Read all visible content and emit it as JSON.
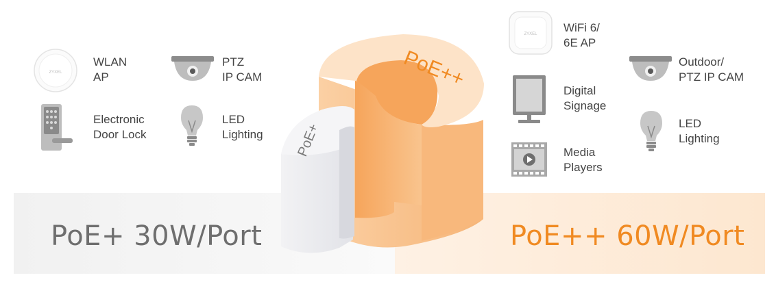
{
  "colors": {
    "accent": "#f08a22",
    "neutral": "#6e6e6e",
    "text": "#444444"
  },
  "panels": {
    "left_label": "PoE+ 30W/Port",
    "right_label": "PoE++ 60W/Port"
  },
  "cylinder": {
    "inner_label": "PoE+",
    "outer_label": "PoE++"
  },
  "left_devices": [
    {
      "icon": "wlan-ap-icon",
      "line1": "WLAN",
      "line2": "AP",
      "logo_text": "ZYXEL"
    },
    {
      "icon": "ptz-camera-icon",
      "line1": "PTZ",
      "line2": "IP CAM"
    },
    {
      "icon": "door-lock-icon",
      "line1": "Electronic",
      "line2": "Door Lock"
    },
    {
      "icon": "light-bulb-icon",
      "line1": "LED",
      "line2": "Lighting"
    }
  ],
  "right_devices": [
    {
      "icon": "wifi6-ap-icon",
      "line1": "WiFi 6/",
      "line2": "6E AP",
      "logo_text": "ZYXEL"
    },
    {
      "icon": "outdoor-camera-icon",
      "line1": "Outdoor/",
      "line2": "PTZ IP CAM"
    },
    {
      "icon": "digital-signage-icon",
      "line1": "Digital",
      "line2": "Signage"
    },
    {
      "icon": "light-bulb-icon",
      "line1": "LED",
      "line2": "Lighting"
    },
    {
      "icon": "media-player-icon",
      "line1": "Media",
      "line2": "Players"
    }
  ]
}
